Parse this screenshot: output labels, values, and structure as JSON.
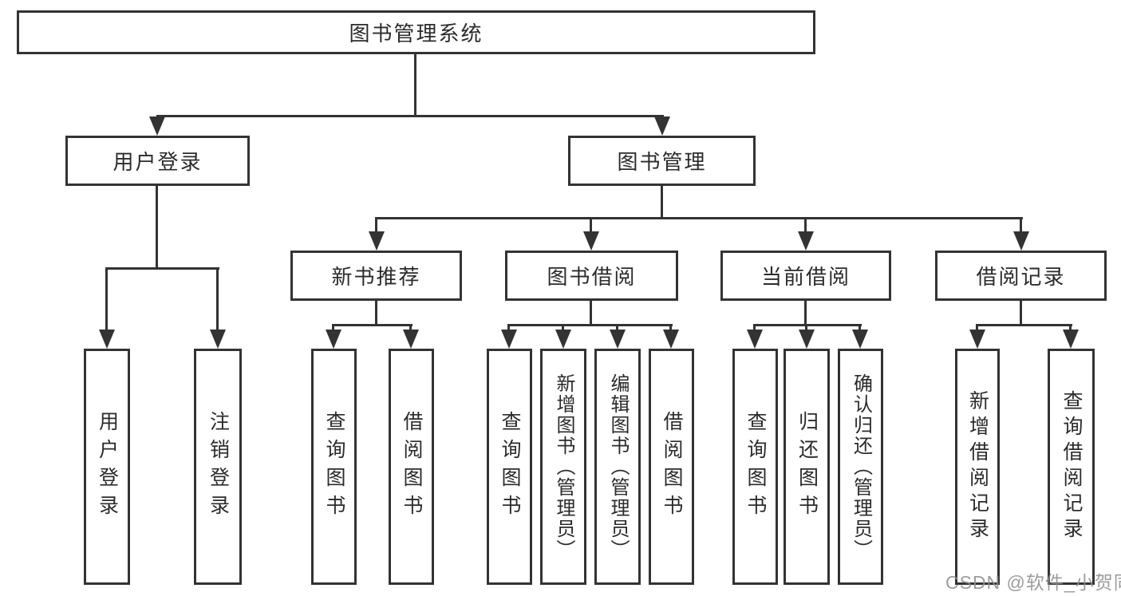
{
  "colors": {
    "line": "#333333",
    "box_background": "#ffffff",
    "text": "#2b2b2b",
    "watermark": "#8f8f8f"
  },
  "diagram": {
    "root": {
      "label": "图书管理系统"
    },
    "level2": [
      {
        "label": "用户登录",
        "children": [
          {
            "label": "用户登录"
          },
          {
            "label": "注销登录"
          }
        ]
      },
      {
        "label": "图书管理",
        "sections": [
          {
            "label": "新书推荐",
            "children": [
              {
                "label": "查询图书"
              },
              {
                "label": "借阅图书"
              }
            ]
          },
          {
            "label": "图书借阅",
            "children": [
              {
                "label": "查询图书"
              },
              {
                "label": "新增图书（管理员）"
              },
              {
                "label": "编辑图书（管理员）"
              },
              {
                "label": "借阅图书"
              }
            ]
          },
          {
            "label": "当前借阅",
            "children": [
              {
                "label": "查询图书"
              },
              {
                "label": "归还图书"
              },
              {
                "label": "确认归还（管理员）"
              }
            ]
          },
          {
            "label": "借阅记录",
            "children": [
              {
                "label": "新增借阅记录"
              },
              {
                "label": "查询借阅记录"
              }
            ]
          }
        ]
      }
    ]
  },
  "watermark": {
    "text": "CSDN @软件_小贺同学"
  }
}
